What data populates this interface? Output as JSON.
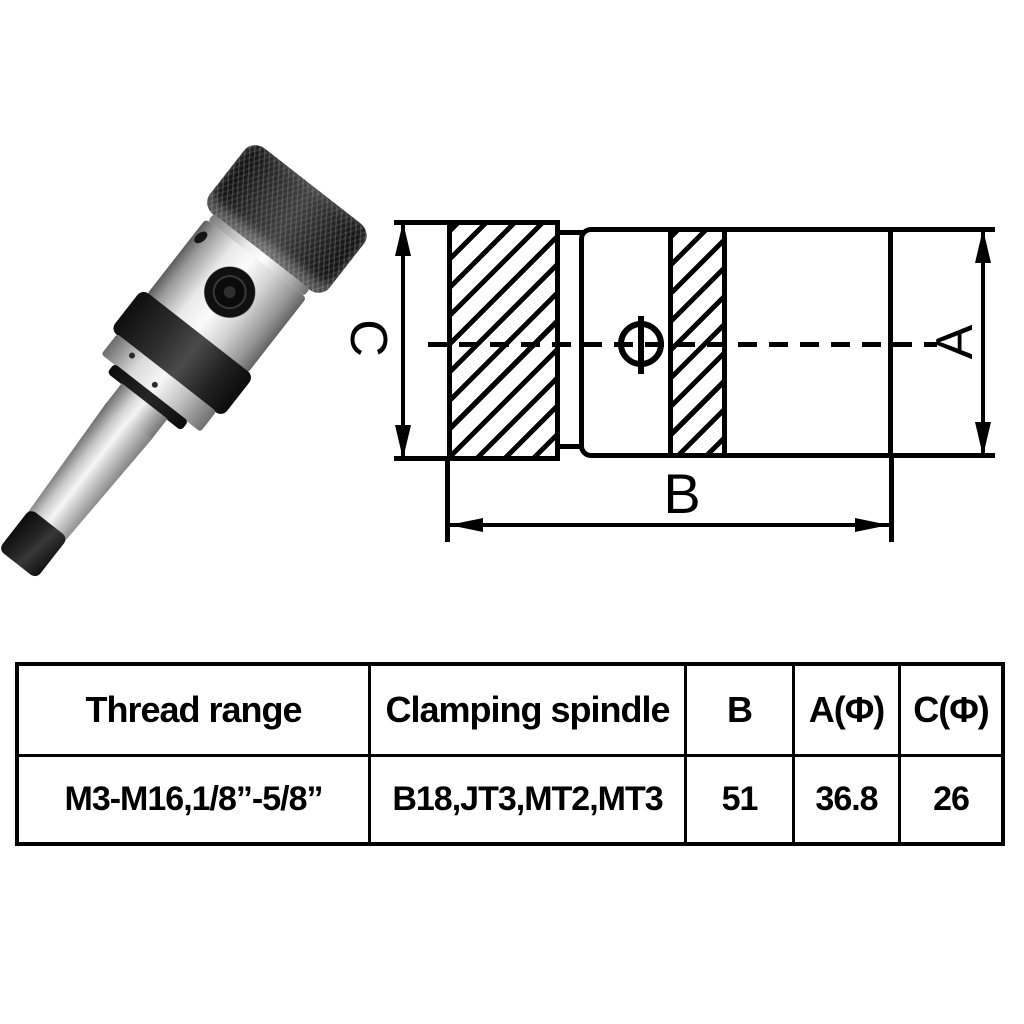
{
  "photo": {
    "description": "tapping chuck with morse taper shank, knurled black cap, chrome body, rubber grip ring",
    "colors": {
      "cap": "#1a1a1a",
      "chrome_highlight": "#fbfbfb",
      "chrome_shadow": "#5c5c5c",
      "rubber_band": "#1f1f1f",
      "tang": "#111111"
    }
  },
  "diagram": {
    "dim_labels": {
      "c": "C",
      "a": "A",
      "b": "B"
    },
    "phi_symbol": "Φ",
    "line_color": "#000000"
  },
  "table": {
    "headers": [
      "Thread range",
      "Clamping spindle",
      "B",
      "A(Φ)",
      "C(Φ)"
    ],
    "row": [
      "M3-M16,1/8”-5/8”",
      "B18,JT3,MT2,MT3",
      "51",
      "36.8",
      "26"
    ]
  }
}
